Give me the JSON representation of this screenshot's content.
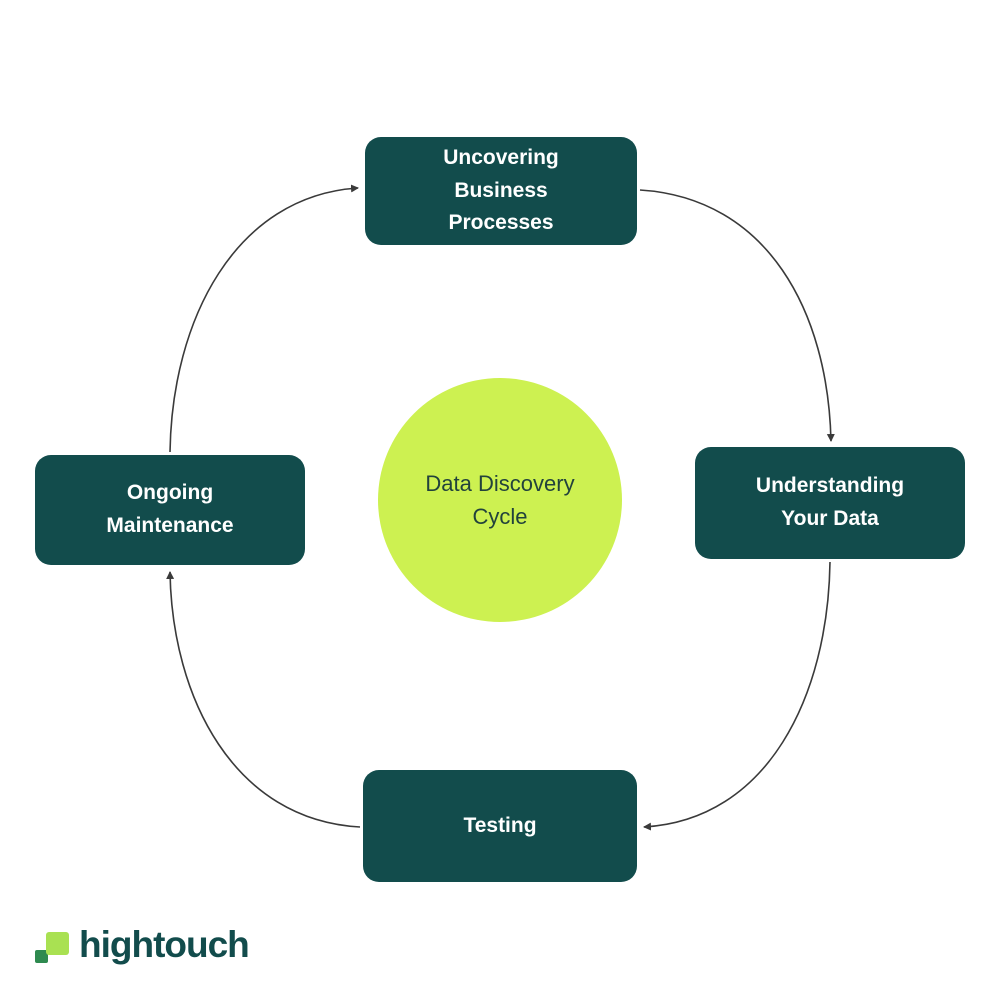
{
  "diagram": {
    "title_implicit": "Data Discovery Cycle",
    "center": {
      "label": "Data Discovery Cycle"
    },
    "nodes": [
      {
        "id": "top",
        "label": "Uncovering Business Processes"
      },
      {
        "id": "right",
        "label": "Understanding Your Data"
      },
      {
        "id": "bottom",
        "label": "Testing"
      },
      {
        "id": "left",
        "label": "Ongoing Maintenance"
      }
    ],
    "flow": [
      "Uncovering Business Processes -> Understanding Your Data",
      "Understanding Your Data -> Testing",
      "Testing -> Ongoing Maintenance",
      "Ongoing Maintenance -> Uncovering Business Processes"
    ],
    "colors": {
      "node_bg": "#124C4C",
      "node_text": "#FFFFFF",
      "center_bg": "#CDF151",
      "center_text": "#22423C",
      "arrow": "#3A3A3A",
      "logo_dark": "#124C4C",
      "logo_green_light": "#A9E152",
      "logo_green_dark": "#2E8A4F"
    }
  },
  "logo": {
    "text": "hightouch"
  }
}
